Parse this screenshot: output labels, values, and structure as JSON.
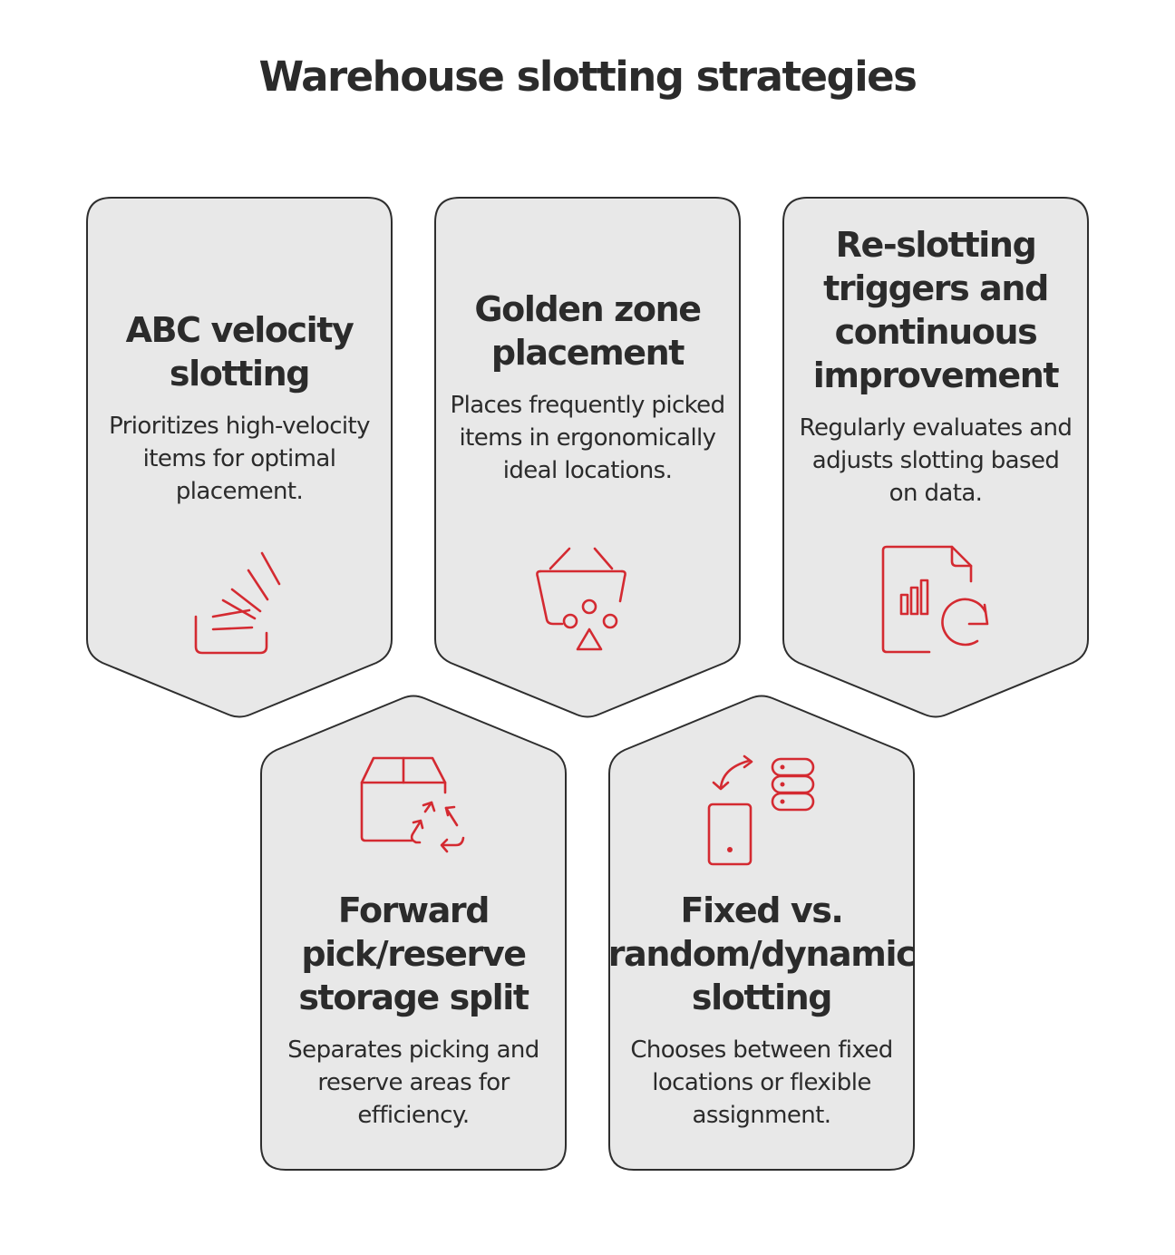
{
  "title": "Warehouse slotting strategies",
  "cards": [
    {
      "title": "ABC velocity slotting",
      "description": "Prioritizes high-velocity items for optimal placement.",
      "icon": "velocity-burst-icon"
    },
    {
      "title": "Golden zone placement",
      "description": "Places frequently picked items in ergonomically ideal locations.",
      "icon": "basket-shapes-icon"
    },
    {
      "title": "Re-slotting triggers and continuous improvement",
      "description": "Regularly evaluates and adjusts slotting based on data.",
      "icon": "report-refresh-icon"
    },
    {
      "title": "Forward pick/reserve storage split",
      "description": "Separates picking and reserve areas for efficiency.",
      "icon": "box-recycle-icon"
    },
    {
      "title": "Fixed vs. random/dynamic slotting",
      "description": "Chooses between fixed locations or flexible assignment.",
      "icon": "device-server-sync-icon"
    }
  ],
  "colors": {
    "accent": "#d42a31",
    "card_fill": "#e8e8e8",
    "card_stroke": "#2e2e2e",
    "text": "#2b2b2b"
  }
}
